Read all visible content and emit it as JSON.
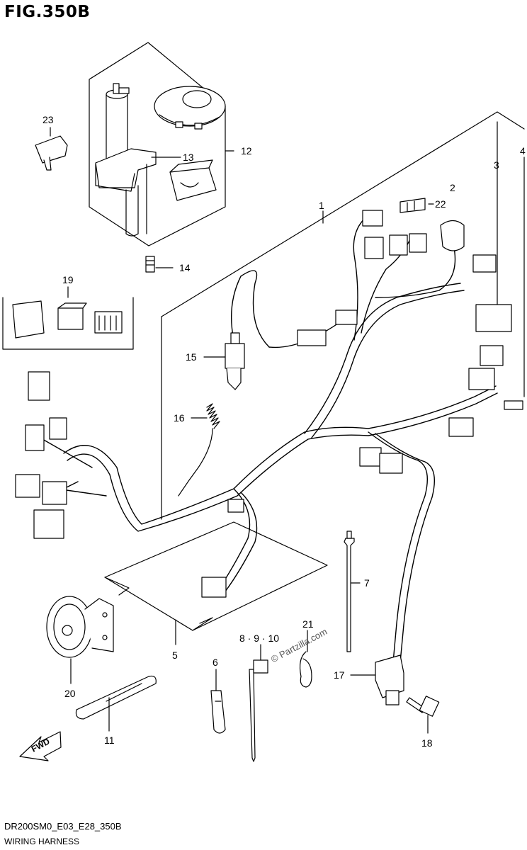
{
  "figure": {
    "title": "FIG.350B",
    "drawing_code": "DR200SM0_E03_E28_350B",
    "section_name": "WIRING HARNESS",
    "watermark": "© Partzilla.com"
  },
  "callouts": [
    {
      "id": "c1",
      "label": "1"
    },
    {
      "id": "c2",
      "label": "2"
    },
    {
      "id": "c3",
      "label": "3"
    },
    {
      "id": "c4",
      "label": "4"
    },
    {
      "id": "c5",
      "label": "5"
    },
    {
      "id": "c6",
      "label": "6"
    },
    {
      "id": "c7",
      "label": "7"
    },
    {
      "id": "c8",
      "label": "8 · 9 · 10"
    },
    {
      "id": "c11",
      "label": "11"
    },
    {
      "id": "c12",
      "label": "12"
    },
    {
      "id": "c13",
      "label": "13"
    },
    {
      "id": "c14",
      "label": "14"
    },
    {
      "id": "c15",
      "label": "15"
    },
    {
      "id": "c16",
      "label": "16"
    },
    {
      "id": "c17",
      "label": "17"
    },
    {
      "id": "c18",
      "label": "18"
    },
    {
      "id": "c19",
      "label": "19"
    },
    {
      "id": "c20",
      "label": "20"
    },
    {
      "id": "c21",
      "label": "21"
    },
    {
      "id": "c22",
      "label": "22"
    },
    {
      "id": "c23",
      "label": "23"
    }
  ],
  "direction_arrow": {
    "label": "FWD"
  }
}
